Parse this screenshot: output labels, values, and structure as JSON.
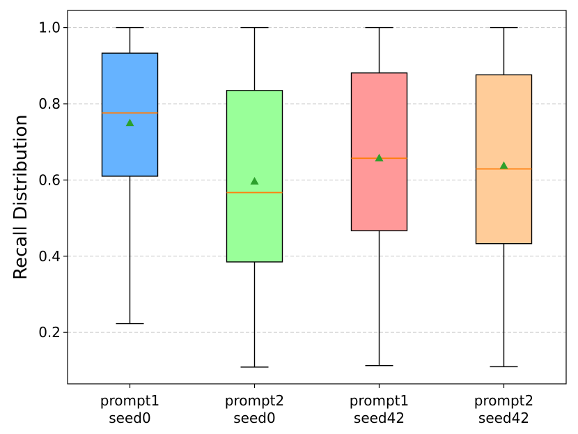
{
  "chart_data": {
    "type": "box",
    "ylabel": "Recall Distribution",
    "ylim": [
      0.065,
      1.045
    ],
    "yticks": [
      0.2,
      0.4,
      0.6,
      0.8,
      1.0
    ],
    "ytick_labels": [
      "0.2",
      "0.4",
      "0.6",
      "0.8",
      "1.0"
    ],
    "grid": "y-dashed",
    "categories": [
      {
        "line1": "prompt1",
        "line2": "seed0"
      },
      {
        "line1": "prompt2",
        "line2": "seed0"
      },
      {
        "line1": "prompt1",
        "line2": "seed42"
      },
      {
        "line1": "prompt2",
        "line2": "seed42"
      }
    ],
    "boxes": [
      {
        "whisker_low": 0.223,
        "q1": 0.61,
        "median": 0.776,
        "q3": 0.933,
        "whisker_high": 1.0,
        "mean": 0.75,
        "color": "#66b3ff"
      },
      {
        "whisker_low": 0.109,
        "q1": 0.385,
        "median": 0.567,
        "q3": 0.835,
        "whisker_high": 1.0,
        "mean": 0.597,
        "color": "#99ff99"
      },
      {
        "whisker_low": 0.113,
        "q1": 0.467,
        "median": 0.657,
        "q3": 0.881,
        "whisker_high": 1.0,
        "mean": 0.658,
        "color": "#ff9999"
      },
      {
        "whisker_low": 0.11,
        "q1": 0.433,
        "median": 0.629,
        "q3": 0.876,
        "whisker_high": 1.0,
        "mean": 0.638,
        "color": "#ffcc99"
      }
    ],
    "median_color": "#ff7f0e",
    "mean_color": "#2ca02c"
  }
}
